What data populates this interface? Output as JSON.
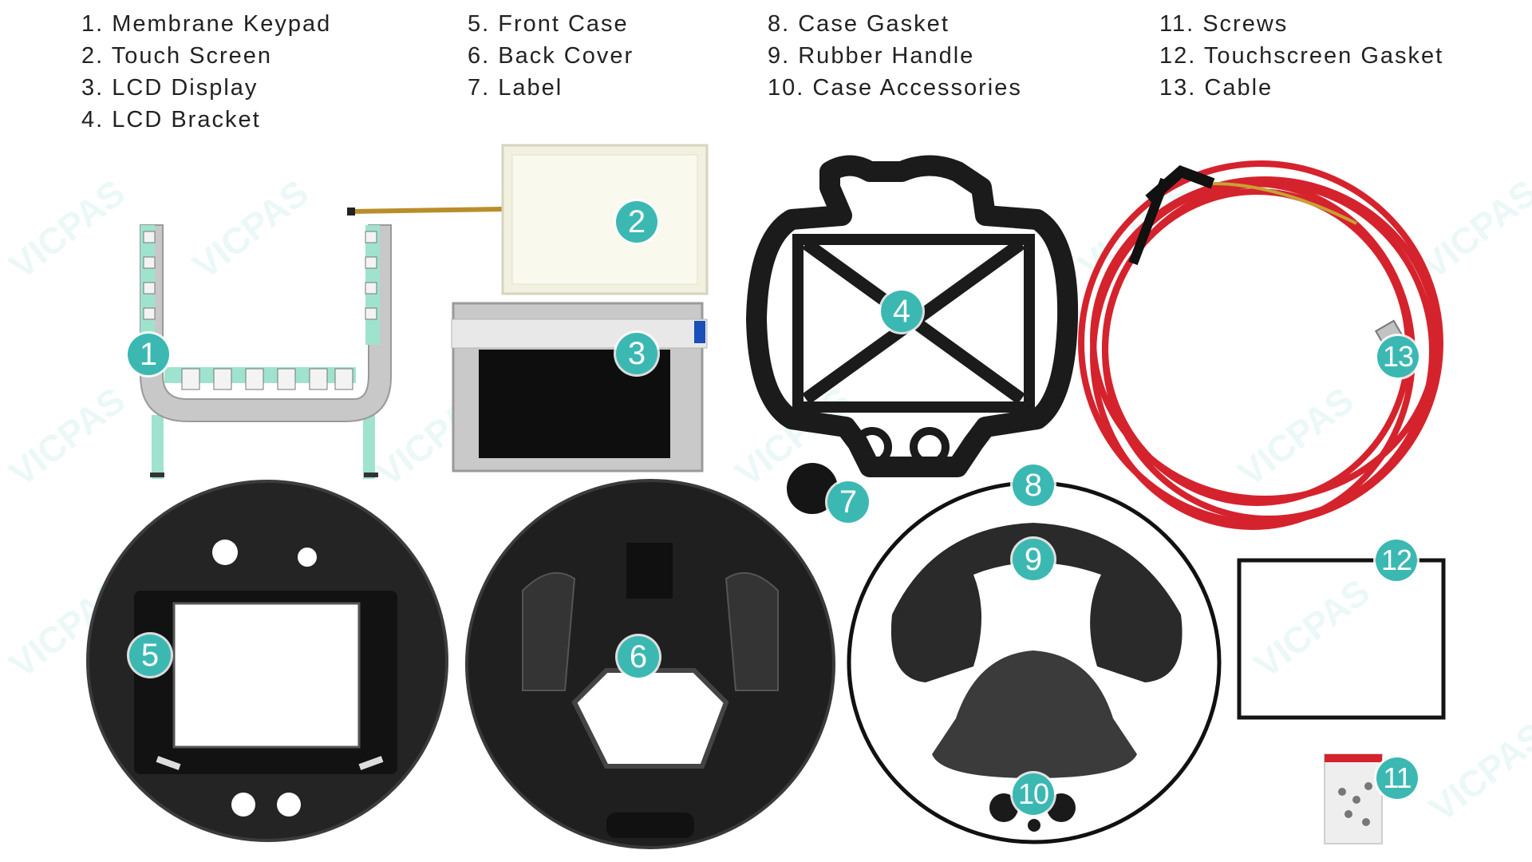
{
  "legend": {
    "col1": [
      "1. Membrane Keypad",
      "2. Touch Screen",
      "3. LCD Display",
      "4. LCD Bracket"
    ],
    "col2": [
      "5. Front Case",
      "6. Back Cover",
      "7. Label"
    ],
    "col3": [
      "8. Case Gasket",
      "9. Rubber Handle",
      "10. Case Accessories"
    ],
    "col4": [
      "11. Screws",
      "12. Touchscreen Gasket",
      "13. Cable"
    ]
  },
  "badges": [
    "1",
    "2",
    "3",
    "4",
    "5",
    "6",
    "7",
    "8",
    "9",
    "10",
    "11",
    "12",
    "13"
  ],
  "watermark": "VICPAS",
  "colors": {
    "badge": "#3cb8b3",
    "cable": "#d5232d",
    "case": "#2a2a2a",
    "keypad_film": "#9fe3cf"
  }
}
